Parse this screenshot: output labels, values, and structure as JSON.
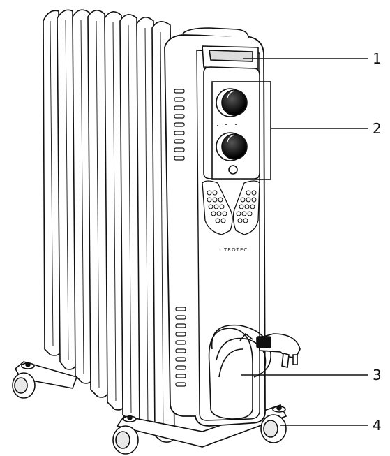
{
  "figure": {
    "brand_label": "› TROTEC",
    "callouts": [
      {
        "number": "1",
        "part": "handle"
      },
      {
        "number": "2",
        "part": "control-panel"
      },
      {
        "number": "3",
        "part": "cable-storage"
      },
      {
        "number": "4",
        "part": "castor-wheel"
      }
    ]
  }
}
